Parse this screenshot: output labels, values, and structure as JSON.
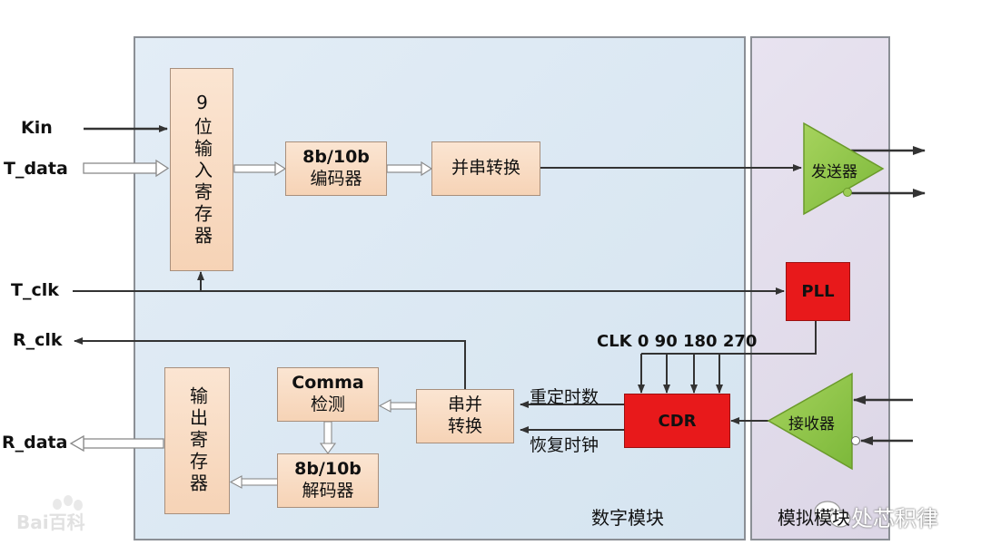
{
  "signals": {
    "kin": "Kin",
    "t_data": "T_data",
    "t_clk": "T_clk",
    "r_clk": "R_clk",
    "r_data": "R_data"
  },
  "blocks": {
    "input_register": "9位输入寄存器",
    "encoder_top": "8b/10b",
    "encoder_bottom": "编码器",
    "par_to_ser": "并串转换",
    "comma_top": "Comma",
    "comma_bottom": "检测",
    "ser_to_par_top": "串并",
    "ser_to_par_bottom": "转换",
    "decoder_top": "8b/10b",
    "decoder_bottom": "解码器",
    "output_register": "输出寄存器",
    "pll": "PLL",
    "cdr": "CDR",
    "transmitter": "发送器",
    "receiver": "接收器"
  },
  "labels": {
    "clk_phases": "CLK 0 90 180 270",
    "retimed_data": "重定时数",
    "recovered_clock": "恢复时钟",
    "digital_module": "数字模块",
    "analog_module": "模拟模块"
  },
  "watermarks": {
    "baidu": "Bai百科",
    "wechat": "处芯积律"
  },
  "colors": {
    "digital_panel": "#d8e6f2",
    "analog_panel": "#ded8e8",
    "block_fill": "#f8dcc4",
    "red_block": "#e8191b",
    "triangle": "#8dc63f"
  }
}
